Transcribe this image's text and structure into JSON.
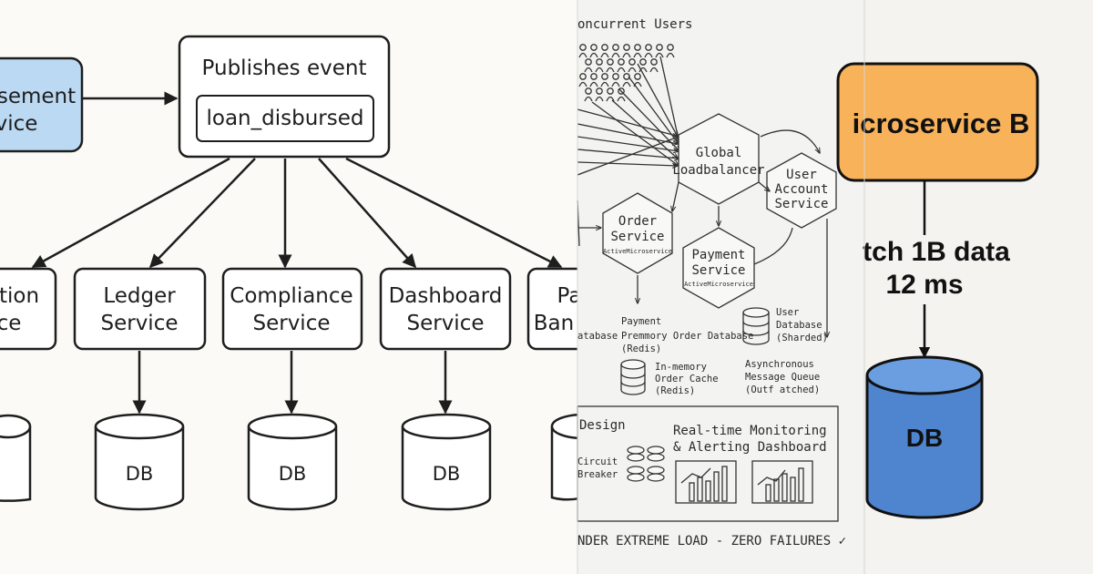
{
  "panel_a": {
    "source_service": {
      "line1": "sement",
      "line2": "vice"
    },
    "event_box": {
      "title": "Publishes event",
      "event_name": "loan_disbursed"
    },
    "services": [
      {
        "line1": "ation",
        "line2": "ce"
      },
      {
        "line1": "Ledger",
        "line2": "Service"
      },
      {
        "line1": "Compliance",
        "line2": "Service"
      },
      {
        "line1": "Dashboard",
        "line2": "Service"
      },
      {
        "line1": "Pa",
        "line2": "Ban"
      }
    ],
    "db_label": "DB"
  },
  "panel_b": {
    "header": "oncurrent Users",
    "global_lb": {
      "line1": "Global",
      "line2": "Loadbalancer"
    },
    "user_account": {
      "line1": "User",
      "line2": "Account",
      "line3": "Service"
    },
    "order_service": {
      "line1": "Order",
      "line2": "Service",
      "sub": "ActiveMicroservice"
    },
    "payment_service": {
      "line1": "Payment",
      "line2": "Service",
      "sub": "ActiveMicroservice"
    },
    "left_db": "atabase",
    "payment_db": {
      "line1": "Payment",
      "line2": "Premmory Order Database",
      "line3": "(Redis)"
    },
    "user_db": {
      "line1": "User",
      "line2": "Database",
      "line3": "(Sharded)"
    },
    "order_cache": {
      "line1": "In-memory",
      "line2": "Order Cache",
      "line3": "(Redis)"
    },
    "async_queue": {
      "line1": "Asynchronous",
      "line2": "Message Queue",
      "line3": "(Outf atched)"
    },
    "design_label": "Design",
    "circuit": {
      "line1": "Circuit",
      "line2": "Breaker"
    },
    "monitoring": {
      "line1": "Real-time Monitoring",
      "line2": "& Alerting Dashboard"
    },
    "footer": "NDER EXTREME LOAD - ZERO FAILURES ✓"
  },
  "panel_c": {
    "service": "icroservice B",
    "fetch_line1": "tch 1B data",
    "fetch_line2": "12 ms",
    "db_label": "DB"
  },
  "colors": {
    "source_blue": "#bcd9f4",
    "service_orange": "#f8b25a",
    "db_blue": "#4f85cf"
  }
}
